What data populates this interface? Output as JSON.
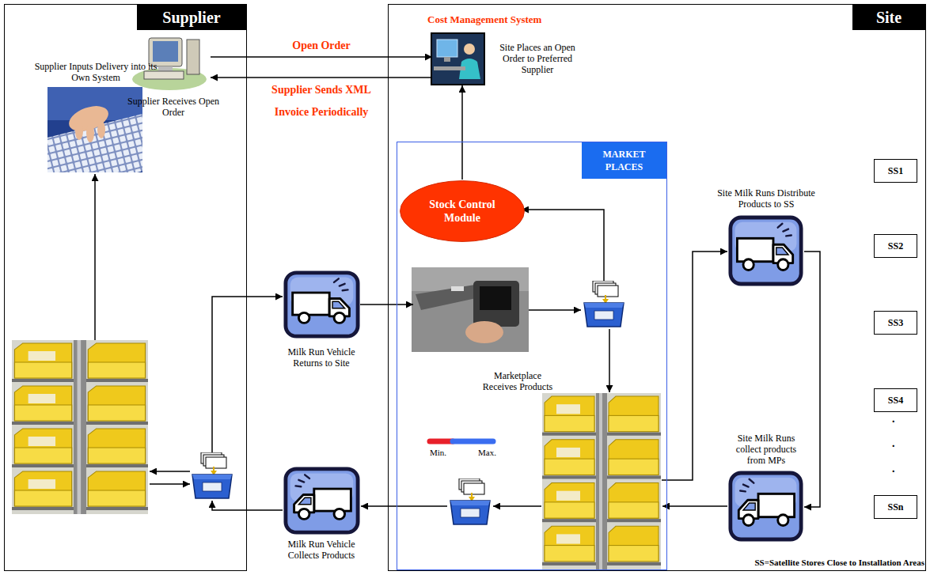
{
  "diagram": {
    "nodes": [
      {
        "text": [
          "Supplier"
        ]
      },
      {
        "text": [
          "Supplier Receives Open Order"
        ],
        "in": 0
      },
      {
        "text": [
          "Supplier Inputs Delivery into its Own System"
        ],
        "in": 0
      },
      {
        "text": [
          "Site"
        ]
      },
      {
        "text": [
          "Site Places an Open Order to Preferred Supplier"
        ],
        "in": 3
      },
      {
        "text": [
          "MARKET PLACES"
        ],
        "in": 3
      },
      {
        "text": [
          "Stock Control Module"
        ],
        "in": 5
      },
      {
        "text": [
          "Milk Run Vehicle Returns to Site"
        ]
      },
      {
        "text": [
          "Marketplace Receives Products"
        ],
        "in": 5
      },
      {
        "text": [
          "Milk Run Vehicle Collects Products"
        ]
      },
      {
        "text": [
          "Site Milk Runs Distribute Products to SS"
        ],
        "in": 3
      },
      {
        "text": [
          "Site Milk Runs collect products from MPs"
        ],
        "in": 3
      },
      {
        "text": [
          "SS1"
        ],
        "in": 3
      },
      {
        "text": [
          "SS2"
        ],
        "in": 3
      },
      {
        "text": [
          "SS3"
        ],
        "in": 3
      },
      {
        "text": [
          "SS4"
        ],
        "in": 3
      },
      {
        "text": [
          "SSn"
        ],
        "in": 3
      }
    ],
    "edges": [
      {
        "from": 1,
        "to": 4,
        "arrow": "to",
        "label": "Open Order"
      },
      {
        "from": 4,
        "to": 1,
        "arrow": "to",
        "label": "Supplier Sends XML Invoice Periodically"
      },
      {
        "from": 6,
        "to": 4,
        "arrow": "to"
      },
      {
        "from": 7,
        "to": 8,
        "arrow": "to"
      },
      {
        "from": 10,
        "to": 11,
        "arrow": "to"
      }
    ],
    "labels": [
      "Cost Management System",
      "Min.",
      "Max.",
      ".",
      ".",
      ".",
      "SS=Satellite Stores Close to Installation Areas"
    ]
  }
}
